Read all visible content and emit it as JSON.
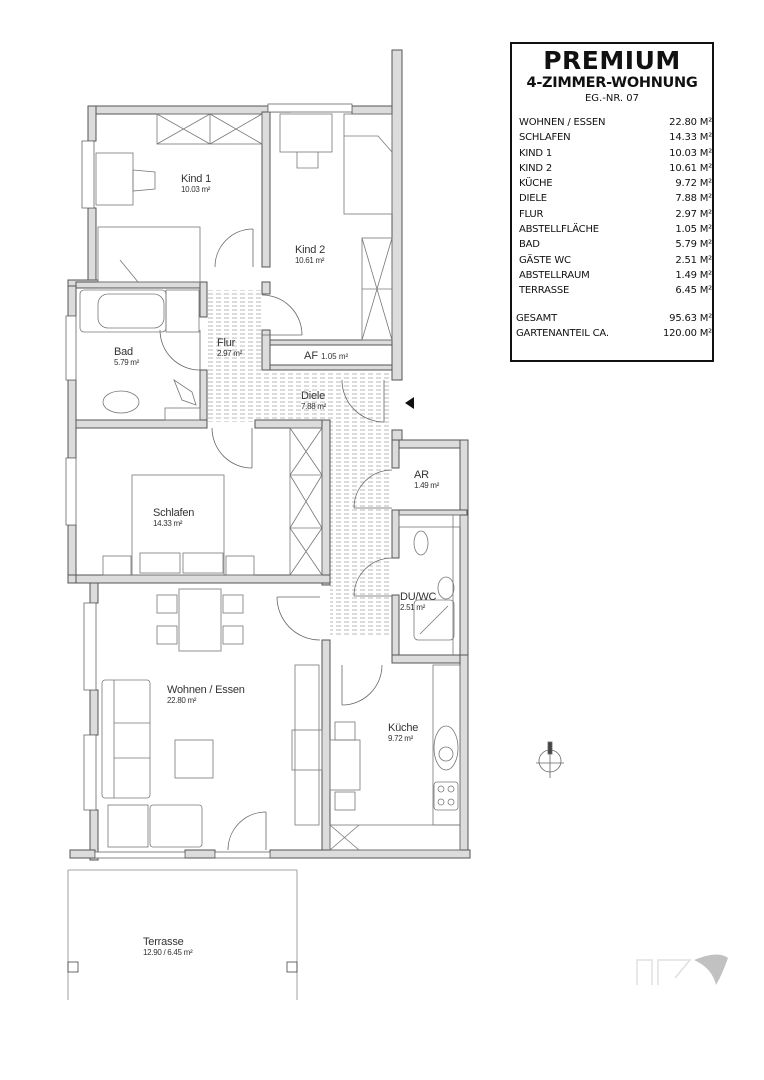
{
  "infobox": {
    "title": "PREMIUM",
    "subtitle": "4-ZIMMER-WOHNUNG",
    "unit_number": "EG.-NR. 07",
    "rooms": [
      {
        "name": "WOHNEN / ESSEN",
        "area": "22.80 M²"
      },
      {
        "name": "SCHLAFEN",
        "area": "14.33 M²"
      },
      {
        "name": "KIND 1",
        "area": "10.03 M²"
      },
      {
        "name": "KIND 2",
        "area": "10.61 M²"
      },
      {
        "name": "KÜCHE",
        "area": "9.72 M²"
      },
      {
        "name": "DIELE",
        "area": "7.88 M²"
      },
      {
        "name": "FLUR",
        "area": "2.97 M²"
      },
      {
        "name": "ABSTELLFLÄCHE",
        "area": "1.05 M²"
      },
      {
        "name": "BAD",
        "area": "5.79 M²"
      },
      {
        "name": "GÄSTE WC",
        "area": "2.51 M²"
      },
      {
        "name": "ABSTELLRAUM",
        "area": "1.49 M²"
      },
      {
        "name": "TERRASSE",
        "area": "6.45 M²"
      }
    ],
    "totals": [
      {
        "name": "GESAMT",
        "area": "95.63 M²"
      },
      {
        "name": "GARTENANTEIL CA.",
        "area": "120.00 M²"
      }
    ]
  },
  "plan": {
    "rooms": {
      "kind1": {
        "name": "Kind 1",
        "area": "10.03 m²"
      },
      "kind2": {
        "name": "Kind 2",
        "area": "10.61 m²"
      },
      "bad": {
        "name": "Bad",
        "area": "5.79 m²"
      },
      "flur": {
        "name": "Flur",
        "area": "2.97 m²"
      },
      "af": {
        "name": "AF",
        "area": "1.05 m²"
      },
      "diele": {
        "name": "Diele",
        "area": "7.88 m²"
      },
      "schlafen": {
        "name": "Schlafen",
        "area": "14.33 m²"
      },
      "ar": {
        "name": "AR",
        "area": "1.49 m²"
      },
      "duwc": {
        "name": "DU/WC",
        "area": "2.51 m²"
      },
      "wohnen": {
        "name": "Wohnen / Essen",
        "area": "22.80 m²"
      },
      "kueche": {
        "name": "Küche",
        "area": "9.72 m²"
      },
      "terrasse": {
        "name": "Terrasse",
        "area": "12.90 / 6.45 m²"
      }
    },
    "icons": [
      "entrance-arrow-icon",
      "north-compass-icon",
      "logo-mark"
    ],
    "colors": {
      "wall_fill": "#d9d9d9",
      "wall_stroke": "#555555",
      "line": "#666666",
      "hatch": "#9a9a9a"
    }
  }
}
